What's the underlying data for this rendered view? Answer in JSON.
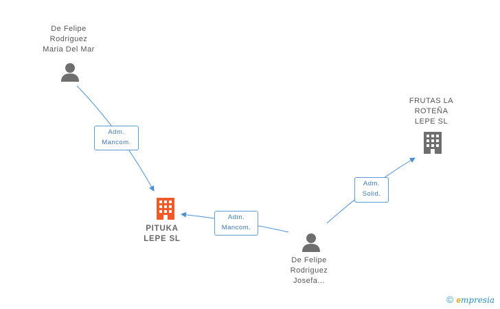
{
  "nodes": {
    "person_maria": {
      "lines": [
        "De Felipe",
        "Rodriguez",
        "Maria Del Mar"
      ]
    },
    "company_pituka": {
      "lines": [
        "PITUKA",
        "LEPE SL"
      ],
      "color": "#f05a28"
    },
    "person_josefa": {
      "lines": [
        "De Felipe",
        "Rodriguez",
        "Josefa..."
      ]
    },
    "company_frutas": {
      "lines": [
        "FRUTAS LA",
        "ROTEÑA",
        "LEPE SL"
      ],
      "color": "#6e6e6e"
    }
  },
  "edges": [
    {
      "from": "person_maria",
      "to": "company_pituka",
      "label": [
        "Adm.",
        "Mancom."
      ]
    },
    {
      "from": "person_josefa",
      "to": "company_pituka",
      "label": [
        "Adm.",
        "Mancom."
      ]
    },
    {
      "from": "person_josefa",
      "to": "company_frutas",
      "label": [
        "Adm.",
        "Solid."
      ]
    }
  ],
  "colors": {
    "edge": "#4a90d9",
    "person": "#6e6e6e",
    "text": "#555555"
  },
  "footer": {
    "copyright": "©",
    "brand_e": "e",
    "brand_rest": "mpresia"
  }
}
